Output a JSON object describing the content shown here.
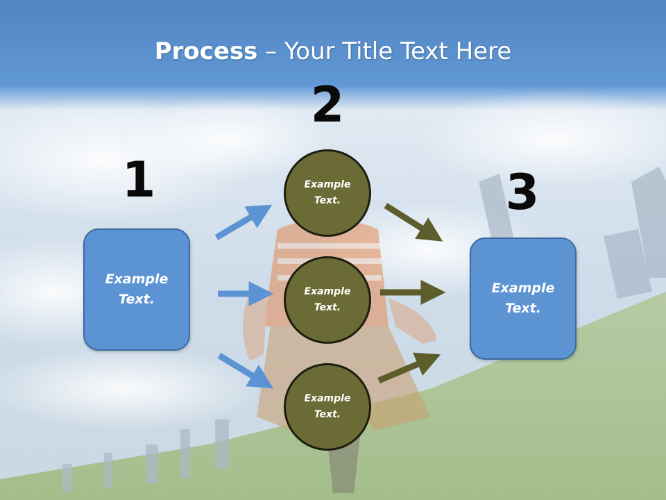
{
  "slide": {
    "title_bold": "Process",
    "title_rest": " – Your Title Text Here"
  },
  "steps": {
    "step1_number": "1",
    "step2_number": "2",
    "step3_number": "3"
  },
  "nodes": {
    "left_box": "Example\nText.",
    "right_box": "Example\nText.",
    "circle_top": "Example\nText.",
    "circle_middle": "Example\nText.",
    "circle_bottom": "Example\nText."
  },
  "colors": {
    "box_fill": "#5b93d3",
    "circle_fill": "#6b6b35",
    "left_arrow": "#5b93d3",
    "right_arrow": "#5d5d2c",
    "title_band": "#3e7cc4"
  }
}
